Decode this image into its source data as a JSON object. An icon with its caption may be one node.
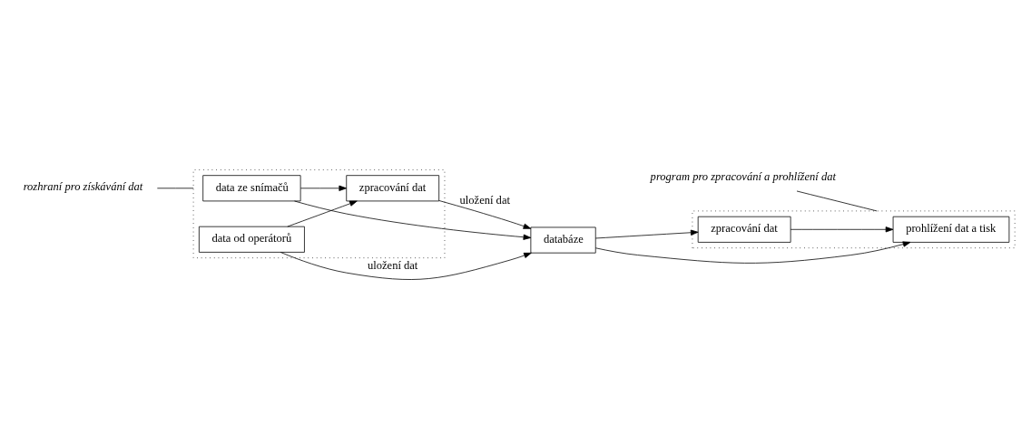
{
  "diagram": {
    "nodes": [
      {
        "text": [],
        "shape": "box"
      },
      {
        "text": [
          "data ze snímačů"
        ],
        "in": 0
      },
      {
        "text": [
          "data od operátorů"
        ],
        "in": 0
      },
      {
        "text": [
          "zpracování dat"
        ],
        "in": 0
      },
      {
        "text": [
          "databáze"
        ]
      },
      {
        "text": [],
        "shape": "box"
      },
      {
        "text": [
          "prohlížení dat a tisk"
        ],
        "in": 5
      },
      {
        "text": [
          "zpracování dat"
        ],
        "in": 5
      },
      {
        "text": [
          "rozhraní pro získávání dat"
        ]
      },
      {
        "text": [
          "program pro zpracování a prohlížení dat"
        ]
      }
    ],
    "edges": [
      {
        "from": 1,
        "to": 3,
        "arrow": "to"
      },
      {
        "from": 2,
        "to": 3,
        "arrow": "to"
      },
      {
        "from": 1,
        "to": 4,
        "arrow": "to"
      },
      {
        "from": 2,
        "to": 4,
        "arrow": "to",
        "label": "uložení dat"
      },
      {
        "from": 3,
        "to": 4,
        "arrow": "to",
        "label": "uložení dat"
      },
      {
        "from": 4,
        "to": 6,
        "arrow": "to"
      },
      {
        "from": 4,
        "to": 7,
        "arrow": "to"
      },
      {
        "from": 7,
        "to": 6,
        "arrow": "to"
      },
      {
        "from": 8,
        "to": 0,
        "arrow": "none"
      },
      {
        "from": 9,
        "to": 5,
        "arrow": "none"
      }
    ]
  }
}
